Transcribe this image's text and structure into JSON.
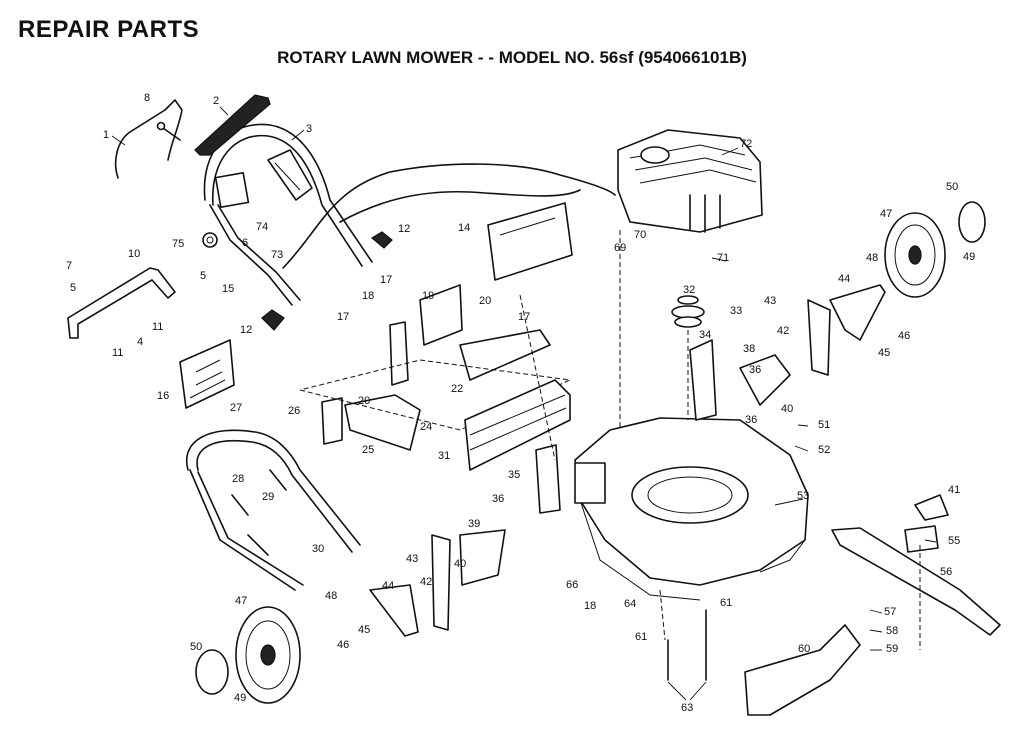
{
  "header": {
    "title": "REPAIR PARTS",
    "subtitle": "ROTARY LAWN MOWER - - MODEL NO. 56sf (954066101B)"
  },
  "callouts": [
    {
      "ref": "1"
    },
    {
      "ref": "2"
    },
    {
      "ref": "3"
    },
    {
      "ref": "4"
    },
    {
      "ref": "5"
    },
    {
      "ref": "5"
    },
    {
      "ref": "6"
    },
    {
      "ref": "7"
    },
    {
      "ref": "8"
    },
    {
      "ref": "10"
    },
    {
      "ref": "11"
    },
    {
      "ref": "11"
    },
    {
      "ref": "12"
    },
    {
      "ref": "12"
    },
    {
      "ref": "14"
    },
    {
      "ref": "15"
    },
    {
      "ref": "16"
    },
    {
      "ref": "17"
    },
    {
      "ref": "17"
    },
    {
      "ref": "17"
    },
    {
      "ref": "18"
    },
    {
      "ref": "18"
    },
    {
      "ref": "19"
    },
    {
      "ref": "20"
    },
    {
      "ref": "20"
    },
    {
      "ref": "22"
    },
    {
      "ref": "24"
    },
    {
      "ref": "25"
    },
    {
      "ref": "26"
    },
    {
      "ref": "27"
    },
    {
      "ref": "28"
    },
    {
      "ref": "29"
    },
    {
      "ref": "30"
    },
    {
      "ref": "31"
    },
    {
      "ref": "32"
    },
    {
      "ref": "33"
    },
    {
      "ref": "34"
    },
    {
      "ref": "35"
    },
    {
      "ref": "36"
    },
    {
      "ref": "36"
    },
    {
      "ref": "36"
    },
    {
      "ref": "38"
    },
    {
      "ref": "39"
    },
    {
      "ref": "40"
    },
    {
      "ref": "40"
    },
    {
      "ref": "41"
    },
    {
      "ref": "42"
    },
    {
      "ref": "42"
    },
    {
      "ref": "43"
    },
    {
      "ref": "43"
    },
    {
      "ref": "44"
    },
    {
      "ref": "44"
    },
    {
      "ref": "45"
    },
    {
      "ref": "45"
    },
    {
      "ref": "46"
    },
    {
      "ref": "46"
    },
    {
      "ref": "47"
    },
    {
      "ref": "47"
    },
    {
      "ref": "48"
    },
    {
      "ref": "48"
    },
    {
      "ref": "49"
    },
    {
      "ref": "49"
    },
    {
      "ref": "50"
    },
    {
      "ref": "50"
    },
    {
      "ref": "51"
    },
    {
      "ref": "52"
    },
    {
      "ref": "53"
    },
    {
      "ref": "55"
    },
    {
      "ref": "56"
    },
    {
      "ref": "57"
    },
    {
      "ref": "58"
    },
    {
      "ref": "59"
    },
    {
      "ref": "60"
    },
    {
      "ref": "61"
    },
    {
      "ref": "61"
    },
    {
      "ref": "63"
    },
    {
      "ref": "64"
    },
    {
      "ref": "66"
    },
    {
      "ref": "69"
    },
    {
      "ref": "70"
    },
    {
      "ref": "71"
    },
    {
      "ref": "72"
    },
    {
      "ref": "73"
    },
    {
      "ref": "74"
    },
    {
      "ref": "75"
    }
  ]
}
